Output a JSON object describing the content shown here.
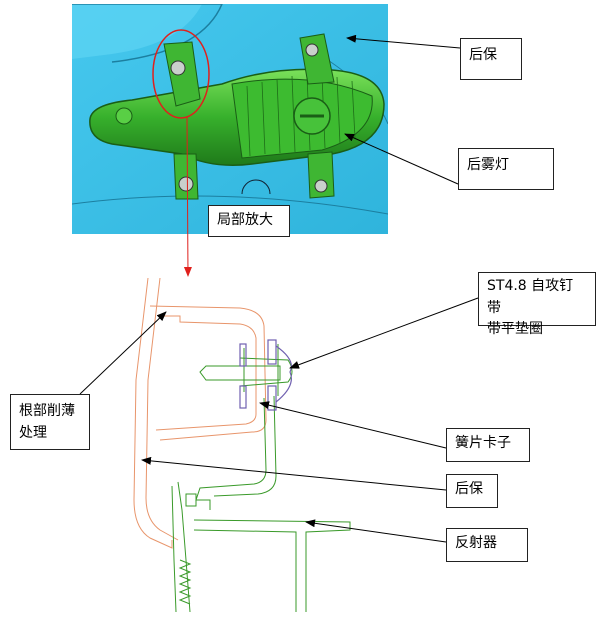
{
  "callouts": {
    "rear_bumper_top": "后保",
    "rear_fog_lamp": "后雾灯",
    "local_zoom": "局部放大",
    "screw_line1": "ST4.8 自攻钉带",
    "screw_line2": "带平垫圈",
    "root_line1": "根部削薄",
    "root_line2": "处理",
    "spring_clip": "簧片卡子",
    "rear_bumper_bottom": "后保",
    "reflector": "反射器"
  },
  "colors": {
    "photo_background": "#3fc3e8",
    "lamp_green": "#2fa82a",
    "highlight_circle": "#e0201c",
    "zoom_arrow": "#e0201c",
    "bumper_section": "#e8956b",
    "reflector_section": "#3a9a2a",
    "clip_section": "#7060b0",
    "leader_line": "#000000"
  }
}
